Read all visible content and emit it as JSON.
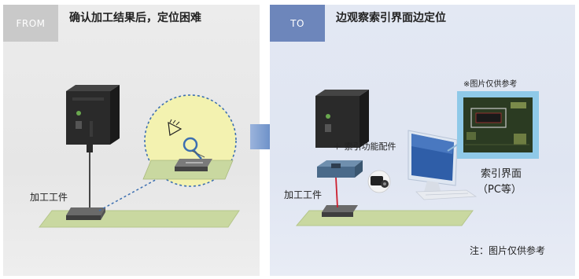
{
  "before": {
    "tag": "FROM",
    "heading": "确认加工结果后，定位困难",
    "workpiece_label": "加工工件"
  },
  "after": {
    "tag": "TO",
    "heading": "边观察索引界面边定位",
    "image_note": "※图片仅供参考",
    "index_function_label": "＋ 索引功能配件",
    "workpiece_label": "加工工件",
    "screen_label_line1": "索引界面",
    "screen_label_line2": "（PC等）",
    "footnote": "注：图片仅供参考"
  },
  "colors": {
    "arrow": "#4a76b8",
    "plate": "#c9d8a0",
    "magnifier_bg": "#f3f2b0",
    "laser_beam": "#cc1f2f"
  }
}
